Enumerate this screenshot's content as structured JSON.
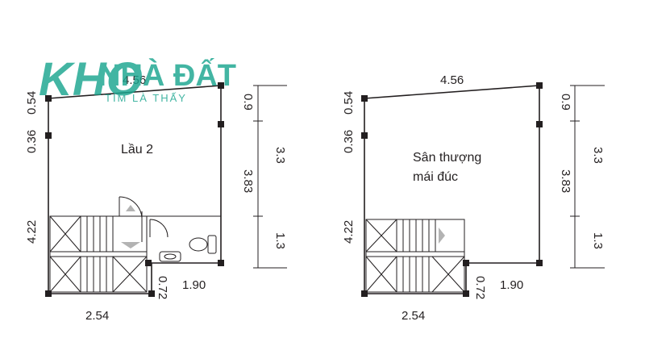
{
  "logo": {
    "brand": "KHO",
    "name": "NHÀ ĐẤT",
    "tagline": "TÌM LÀ THẤY",
    "color": "#1aa68f"
  },
  "plans": [
    {
      "room_label_lines": [
        "Lầu 2"
      ],
      "dims": {
        "top": "4.56",
        "left_top": "0.54",
        "left_mid": "0.36",
        "left_bottom": "4.22",
        "right_main": "3.83",
        "right_top": "0.9",
        "chain_top": "3.3",
        "chain_bottom": "1.3",
        "bottom_left": "2.54",
        "bottom_right": "1.90",
        "notch": "0.72"
      }
    },
    {
      "room_label_lines": [
        "Sân thượng",
        "mái đúc"
      ],
      "dims": {
        "top": "4.56",
        "left_top": "0.54",
        "left_mid": "0.36",
        "left_bottom": "4.22",
        "right_main": "3.83",
        "right_top": "0.9",
        "chain_top": "3.3",
        "chain_bottom": "1.3",
        "bottom_left": "2.54",
        "bottom_right": "1.90",
        "notch": "0.72"
      }
    }
  ],
  "colors": {
    "line": "#231f20",
    "arrow": "#b3b3b3"
  }
}
